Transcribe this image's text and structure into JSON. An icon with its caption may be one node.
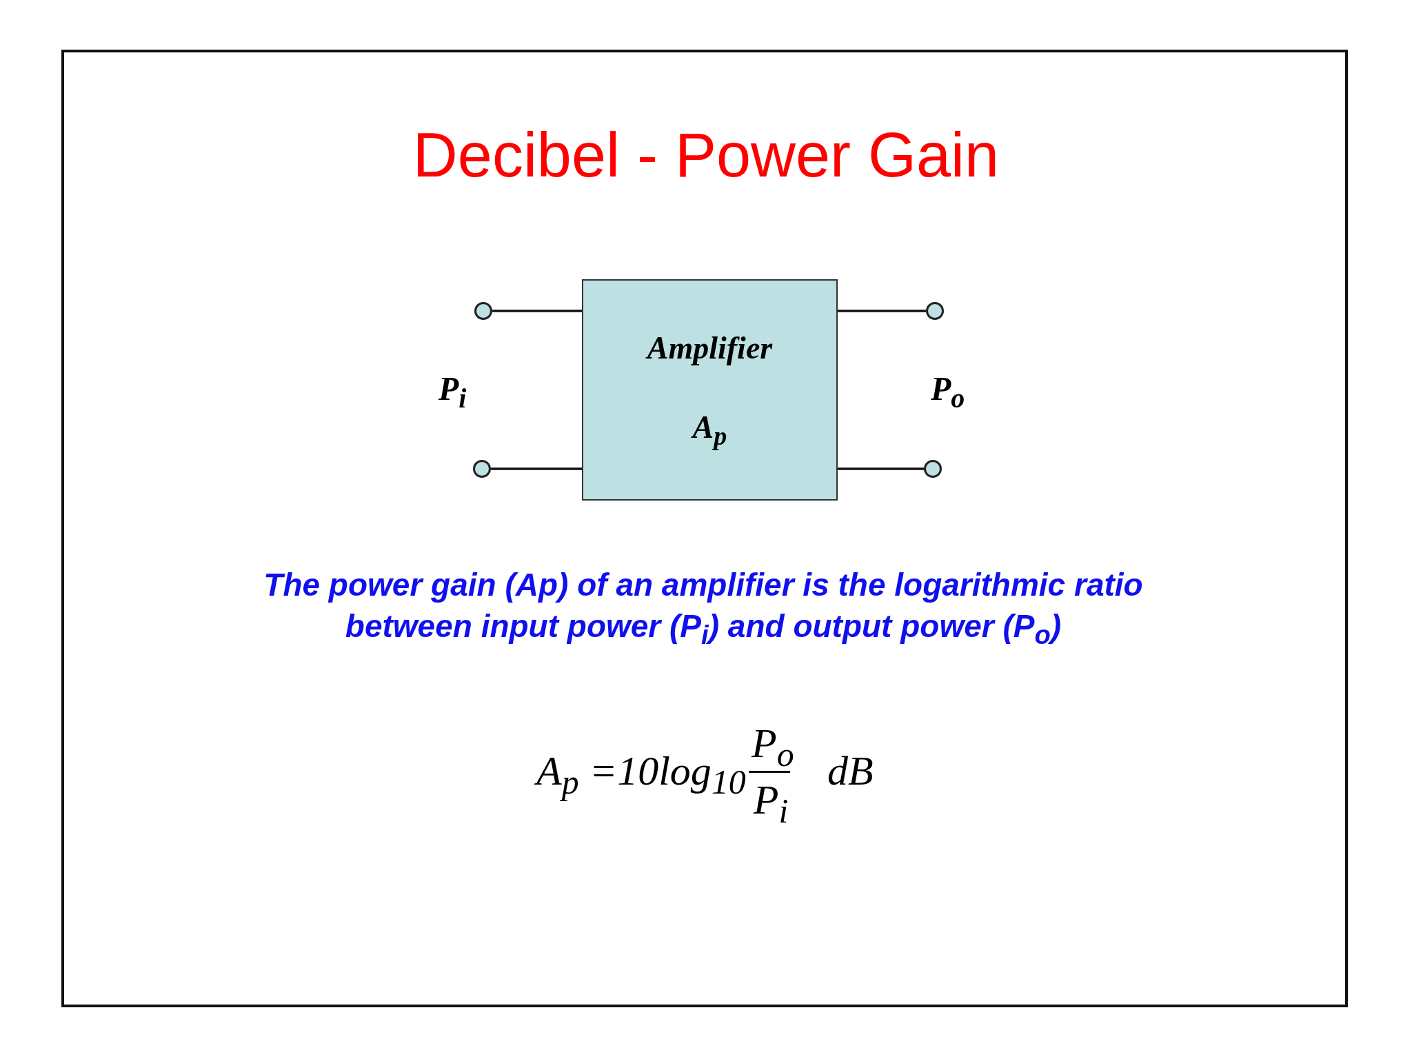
{
  "diagram": {
    "title": "Decibel - Power Gain",
    "nodes": [
      {
        "text": [
          "Amplifier",
          "A$_{p}$"
        ]
      },
      {
        "text": [],
        "shape": "circle"
      },
      {
        "text": [],
        "shape": "circle"
      },
      {
        "text": [],
        "shape": "circle"
      },
      {
        "text": [],
        "shape": "circle"
      }
    ],
    "edges": [
      {
        "from": 1,
        "to": 0,
        "arrow": "none"
      },
      {
        "from": 0,
        "to": 2,
        "arrow": "none"
      },
      {
        "from": 3,
        "to": 0,
        "arrow": "none"
      },
      {
        "from": 0,
        "to": 4,
        "arrow": "none"
      }
    ],
    "labels": [
      "P$_{i}$",
      "P$_{o}$",
      "The power gain (Ap) of an amplifier is the logarithmic ratio between input power (P$_{i}$) and output power (P$_{o}$)",
      "A$_{p}$ =10log$_{10}$",
      "P$_{o}$",
      "P$_{i}$",
      "dB"
    ]
  }
}
